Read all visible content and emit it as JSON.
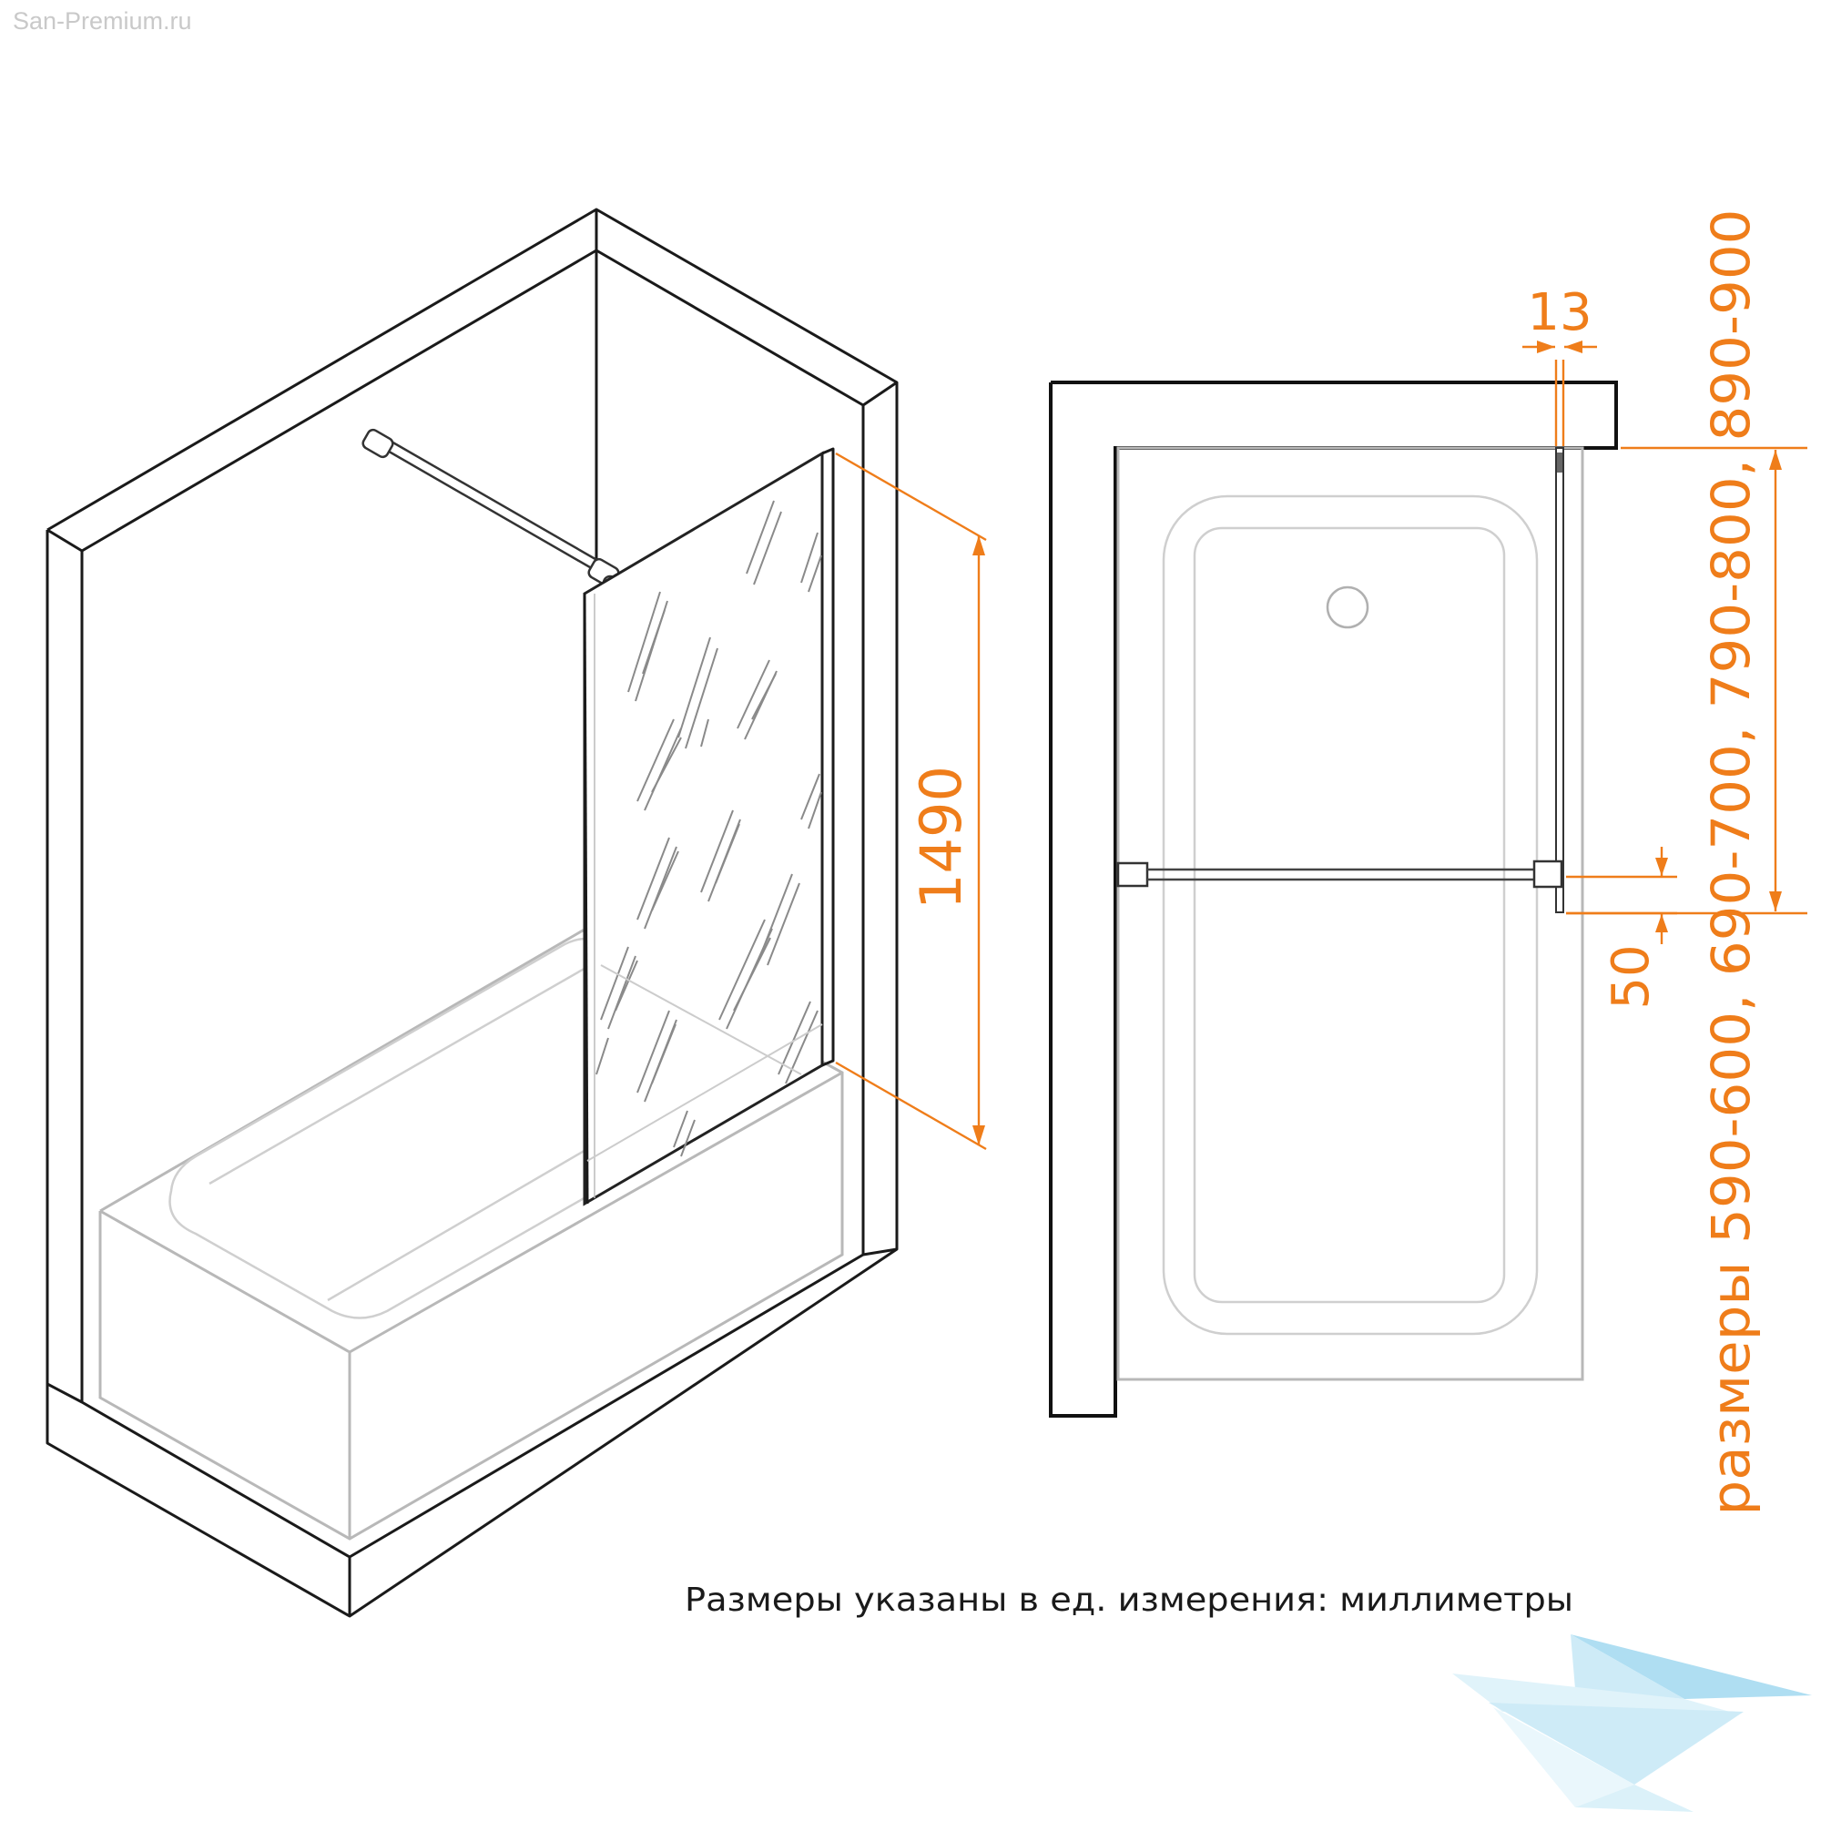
{
  "watermark": "San-Premium.ru",
  "dimensions": {
    "glass_height": "1490",
    "profile_width": "13",
    "bar_offset": "50",
    "sizes_label": "размеры 590-600, 690-700, 790-800, 890-900"
  },
  "caption": "Размеры указаны в ед. измерения: миллиметры",
  "colors": {
    "dimension": "#ef7d1a",
    "outline": "#1a1a1a",
    "bathtub": "#b8b8b8",
    "logo": "#8fd3ee"
  },
  "icons": {
    "logo": "bird-logo-icon"
  }
}
